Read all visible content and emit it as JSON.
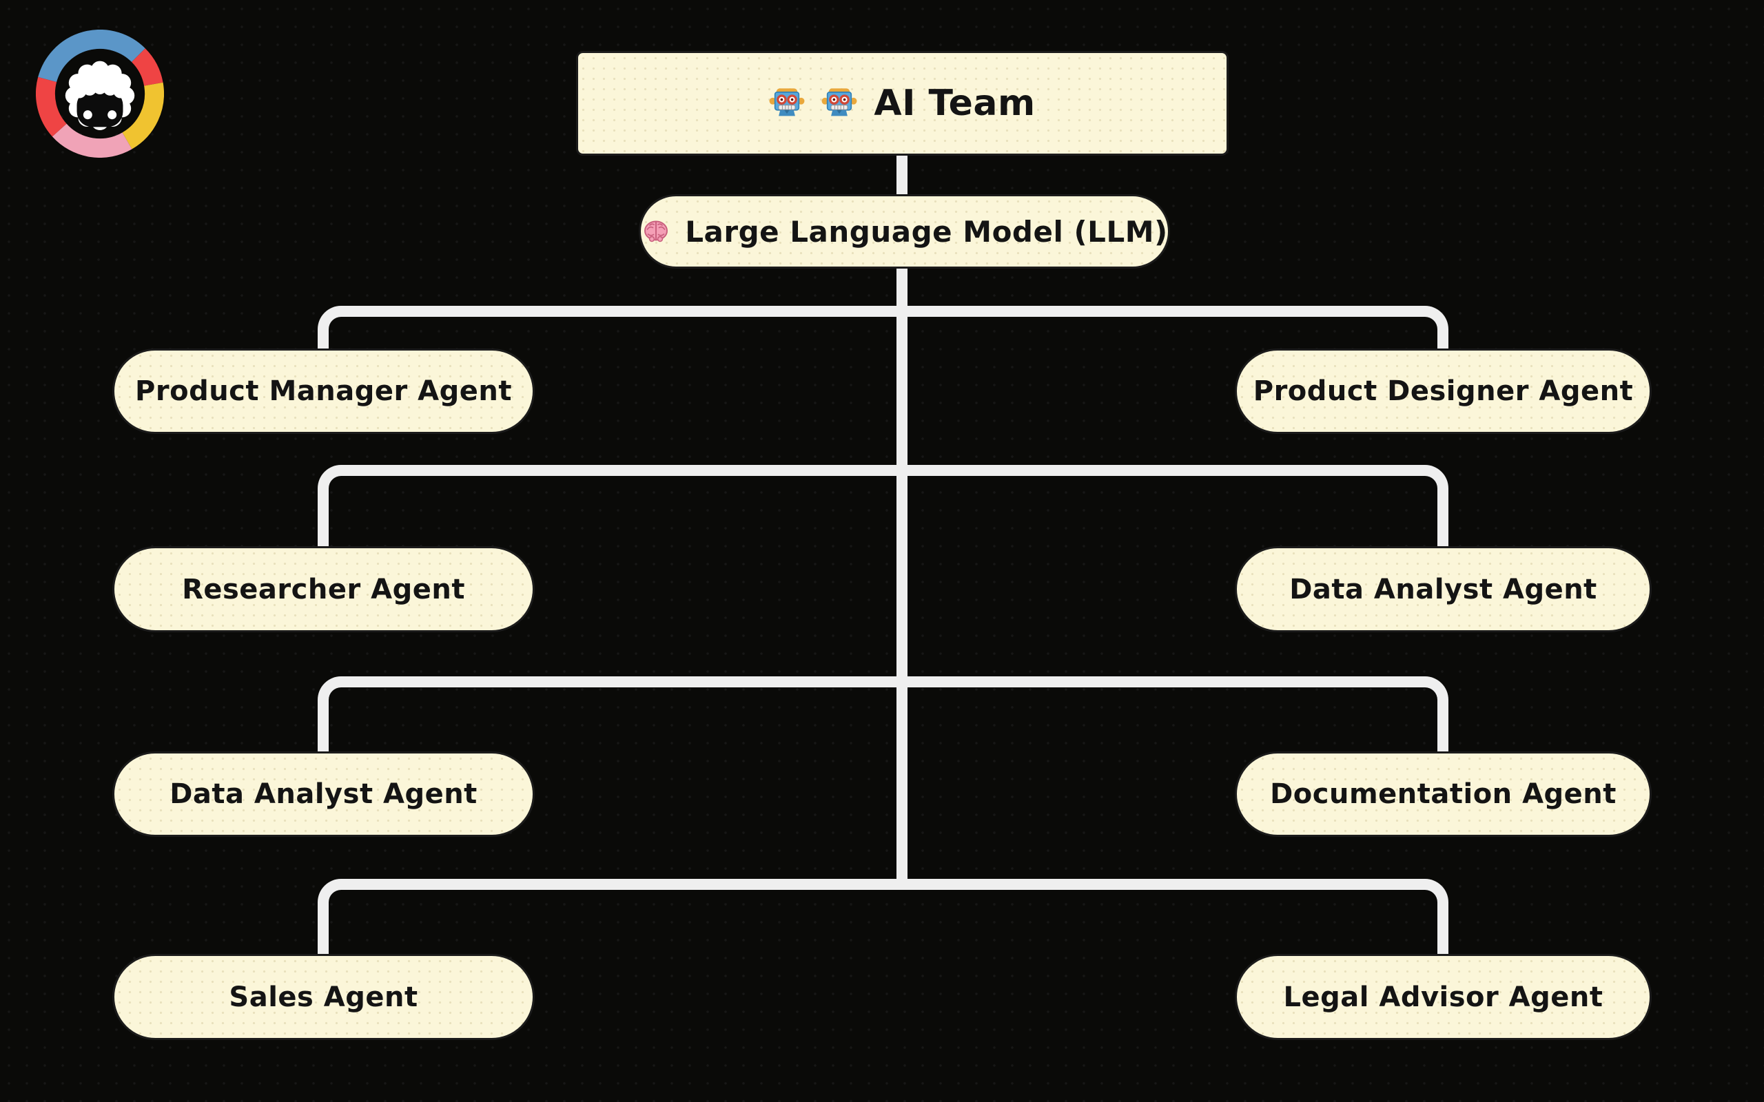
{
  "page": {
    "kind": "flowchart-diagram",
    "background_color": "#0a0a08"
  },
  "logo": {
    "name": "sheep-in-colorful-ring-logo",
    "ring_colors": [
      "#5b96c8",
      "#ef4444",
      "#f0c330",
      "#f0a3b7"
    ],
    "sheep_wool_color": "#ffffff",
    "sheep_face_color": "#0c0c0c"
  },
  "diagram": {
    "colors": {
      "node_fill": "#fbf6d9",
      "node_border": "#1b1b1b",
      "edge": "#efefef",
      "text": "#141414"
    },
    "root": {
      "icon": "🤖🤖",
      "icon_name": "robot-icon (x2)",
      "label": "AI Team"
    },
    "hub": {
      "icon": "🧠",
      "icon_name": "brain-icon",
      "label": "Large Language Model (LLM)"
    },
    "rows": [
      {
        "left": {
          "label": "Product Manager Agent"
        },
        "right": {
          "label": "Product Designer Agent"
        }
      },
      {
        "left": {
          "label": "Researcher Agent"
        },
        "right": {
          "label": "Data Analyst Agent"
        }
      },
      {
        "left": {
          "label": "Data Analyst Agent"
        },
        "right": {
          "label": "Documentation Agent"
        }
      },
      {
        "left": {
          "label": "Sales Agent"
        },
        "right": {
          "label": "Legal Advisor Agent"
        }
      }
    ],
    "edges": [
      [
        "AI Team",
        "Large Language Model (LLM)"
      ],
      [
        "Large Language Model (LLM)",
        "Product Manager Agent"
      ],
      [
        "Large Language Model (LLM)",
        "Product Designer Agent"
      ],
      [
        "Large Language Model (LLM)",
        "Researcher Agent"
      ],
      [
        "Large Language Model (LLM)",
        "Data Analyst Agent"
      ],
      [
        "Large Language Model (LLM)",
        "Data Analyst Agent"
      ],
      [
        "Large Language Model (LLM)",
        "Documentation Agent"
      ],
      [
        "Large Language Model (LLM)",
        "Sales Agent"
      ],
      [
        "Large Language Model (LLM)",
        "Legal Advisor Agent"
      ]
    ]
  }
}
